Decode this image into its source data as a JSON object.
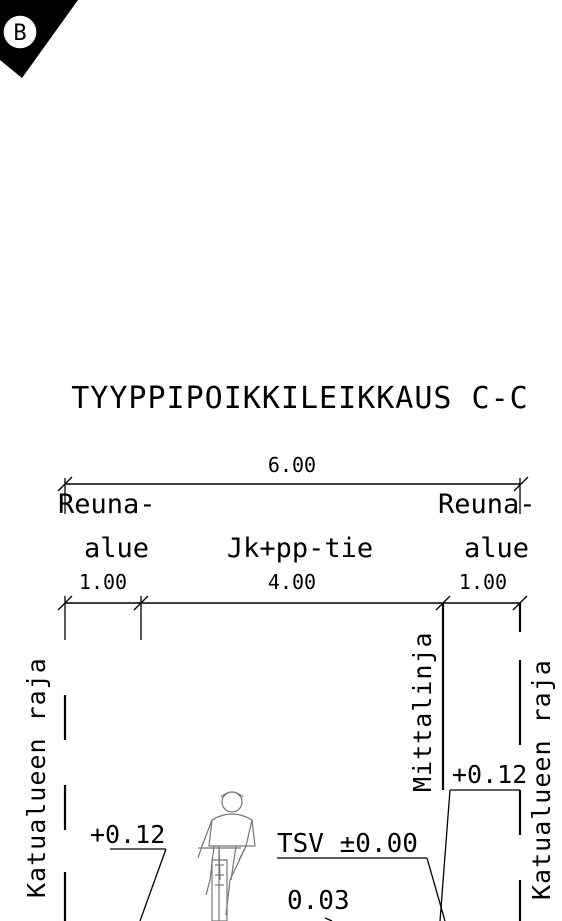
{
  "badge": {
    "letter": "B"
  },
  "section": {
    "title": "TYYPPIPOIKKILEIKKAUS C-C",
    "overall_dimension": "6.00",
    "left_zone_label_line1": "Reuna-",
    "left_zone_label_line2": "alue",
    "center_zone_label": "Jk+pp-tie",
    "right_zone_label_line1": "Reuna-",
    "right_zone_label_line2": "alue",
    "left_dimension": "1.00",
    "center_dimension": "4.00",
    "right_dimension": "1.00",
    "left_boundary_label": "Katualueen raja",
    "right_boundary_label": "Katualueen raja",
    "measurement_line_label": "Mittalinja",
    "left_level": "+0.12",
    "right_level": "+0.12",
    "surface_level": "TSV ±0.00",
    "slope": "0.03"
  }
}
